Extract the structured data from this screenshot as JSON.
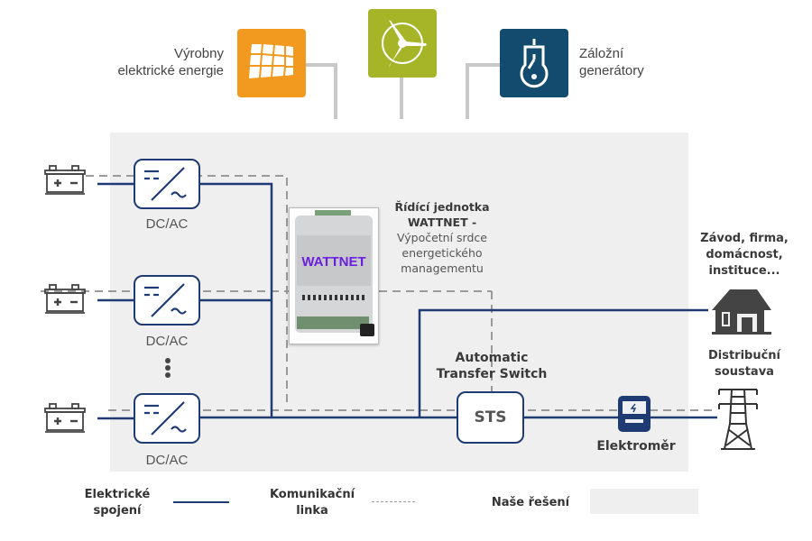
{
  "sources": {
    "solar": {
      "label_line1": "Výrobny",
      "label_line2": "elektrické energie",
      "icon": "solar-panel-icon",
      "color": "#f29a20"
    },
    "wind": {
      "icon": "wind-turbine-icon",
      "color": "#a5b527"
    },
    "generator": {
      "label_line1": "Záložní",
      "label_line2": "generátory",
      "icon": "generator-icon",
      "color": "#134b6e"
    }
  },
  "inverters": [
    {
      "label": "DC/AC",
      "icon": "inverter-icon"
    },
    {
      "label": "DC/AC",
      "icon": "inverter-icon"
    },
    {
      "label": "DC/AC",
      "icon": "inverter-icon"
    }
  ],
  "batteries": [
    {
      "icon": "battery-icon"
    },
    {
      "icon": "battery-icon"
    },
    {
      "icon": "battery-icon"
    }
  ],
  "controller": {
    "device_text": "WATTNET",
    "title_line1": "Řídící jednotka",
    "title_line2": "WATTNET -",
    "desc_line1": "Výpočetní srdce",
    "desc_line2": "energetického",
    "desc_line3": "managementu"
  },
  "ats": {
    "label_line1": "Automatic",
    "label_line2": "Transfer Switch",
    "box_text": "STS"
  },
  "meter": {
    "label": "Elektroměr",
    "icon": "electricity-meter-icon"
  },
  "consumer": {
    "label_line1": "Závod, firma,",
    "label_line2": "domácnost,",
    "label_line3": "instituce...",
    "icon": "house-icon"
  },
  "grid": {
    "label_line1": "Distribuční",
    "label_line2": "soustava",
    "icon": "power-pylon-icon"
  },
  "legend": {
    "electric": {
      "label_line1": "Elektrické",
      "label_line2": "spojení"
    },
    "comm": {
      "label_line1": "Komunikační",
      "label_line2": "linka"
    },
    "solution": {
      "label": "Naše řešení"
    }
  },
  "colors": {
    "electric_line": "#1f3b73",
    "comm_line": "#9a9a9a",
    "solution_area": "#efefef",
    "feed_line": "#c8c8c8"
  }
}
